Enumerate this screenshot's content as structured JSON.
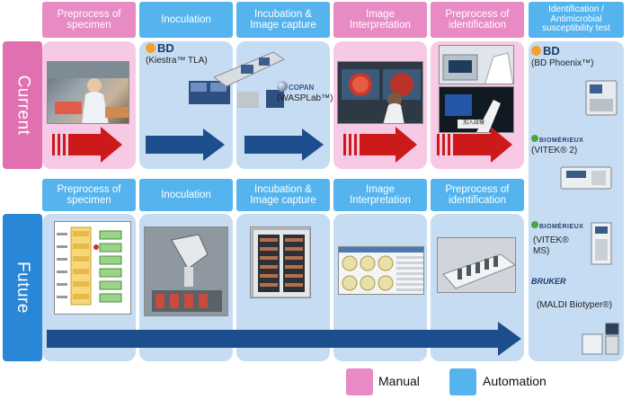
{
  "headers": [
    {
      "label": "Preprocess of specimen",
      "kind": "manual"
    },
    {
      "label": "Inoculation",
      "kind": "automation"
    },
    {
      "label": "Incubation & Image capture",
      "kind": "automation"
    },
    {
      "label": "Image Interpretation",
      "kind": "manual"
    },
    {
      "label": "Preprocess of identification",
      "kind": "manual"
    },
    {
      "label": "Identification / Antimicrobial susceptibility test",
      "kind": "automation"
    }
  ],
  "lower_headers": [
    {
      "label": "Preprocess of specimen"
    },
    {
      "label": "Inoculation"
    },
    {
      "label": "Incubation & Image capture"
    },
    {
      "label": "Image Interpretation"
    },
    {
      "label": "Preprocess of identification"
    }
  ],
  "rows": {
    "current": "Current",
    "future": "Future"
  },
  "systems": {
    "bd_tla_brand": "BD",
    "bd_tla_name": "(Kiestra™ TLA)",
    "copan_brand": "COPAN",
    "copan_name": "(WASPLab™)",
    "bd_phoenix_brand": "BD",
    "bd_phoenix_name": "(BD Phoenix™)",
    "biomerieux_brand": "BIOMÉRIEUX",
    "vitek2_name": "(VITEK® 2)",
    "biomerieux_brand_2": "BIOMÉRIEUX",
    "vitekms_name": "(VITEK® MS)",
    "bruker_brand": "BRUKER",
    "maldi_name": "(MALDI Biotyper®)"
  },
  "screen_caption": "加入試樣",
  "legend": {
    "manual": "Manual",
    "automation": "Automation"
  },
  "colors": {
    "manual": "#e88ac4",
    "manual_light": "#f7c9e4",
    "automation": "#55b4ee",
    "automation_light": "#c5dcf2",
    "arrow_manual": "#cc1a1a",
    "arrow_auto": "#1c4d8c"
  }
}
